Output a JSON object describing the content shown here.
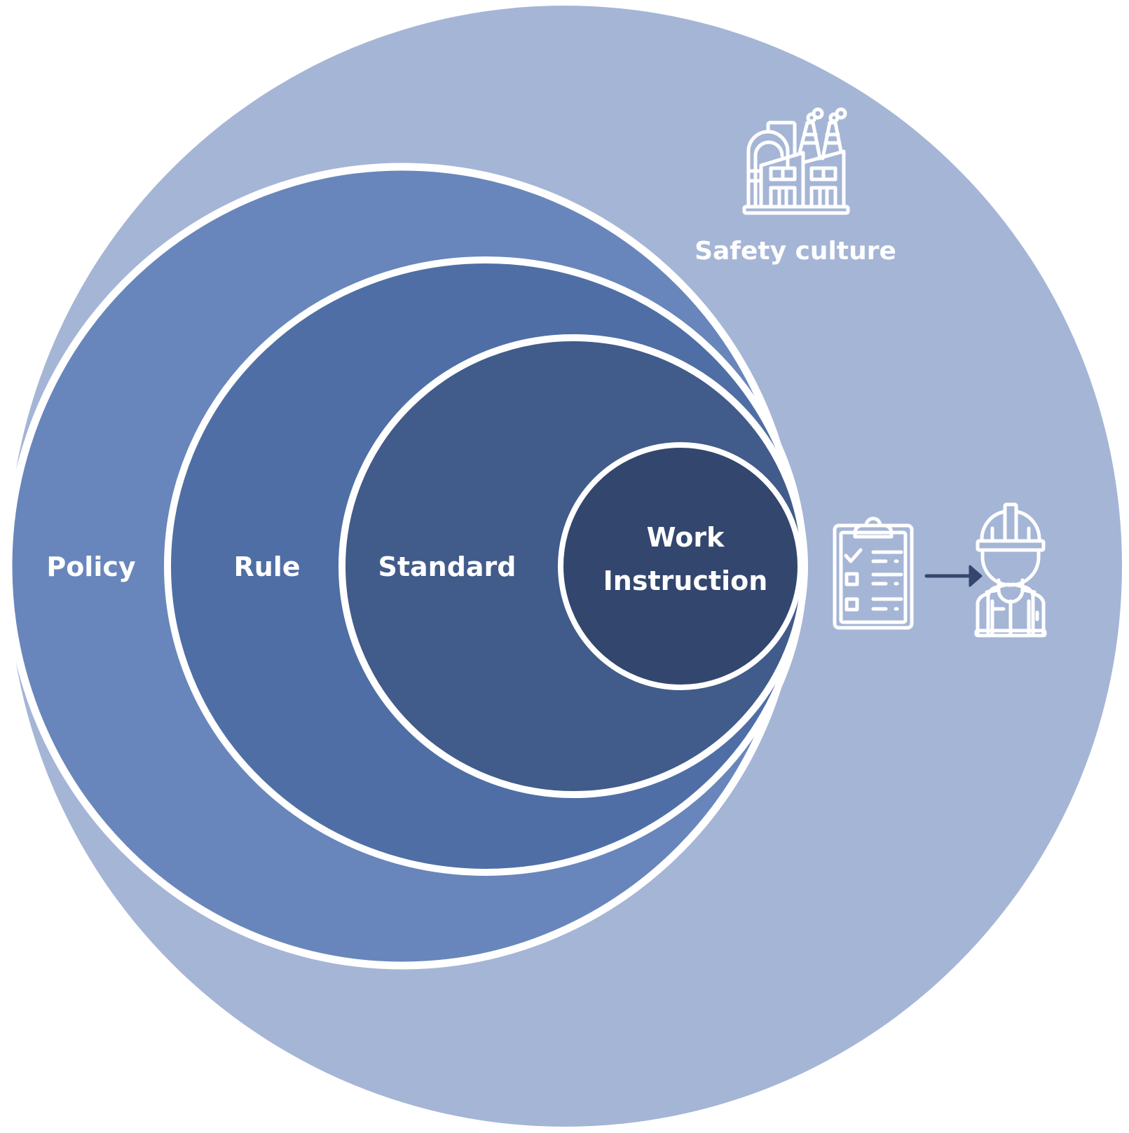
{
  "diagram": {
    "labels": {
      "policy": "Policy",
      "rule": "Rule",
      "standard": "Standard",
      "work_instruction_line1": "Work",
      "work_instruction_line2": "Instruction",
      "safety_culture": "Safety culture"
    },
    "icons": {
      "factory": "factory-icon",
      "clipboard": "clipboard-checklist-icon",
      "arrow": "arrow-right-icon",
      "worker": "construction-worker-icon"
    },
    "colors": {
      "safety_culture_fill": "#a5b5d6",
      "policy_fill": "#6886bb",
      "rule_fill": "#4f6ea5",
      "standard_fill": "#415b8a",
      "work_instruction_fill": "#33466e",
      "outline": "#ffffff",
      "arrow": "#33466e"
    }
  }
}
